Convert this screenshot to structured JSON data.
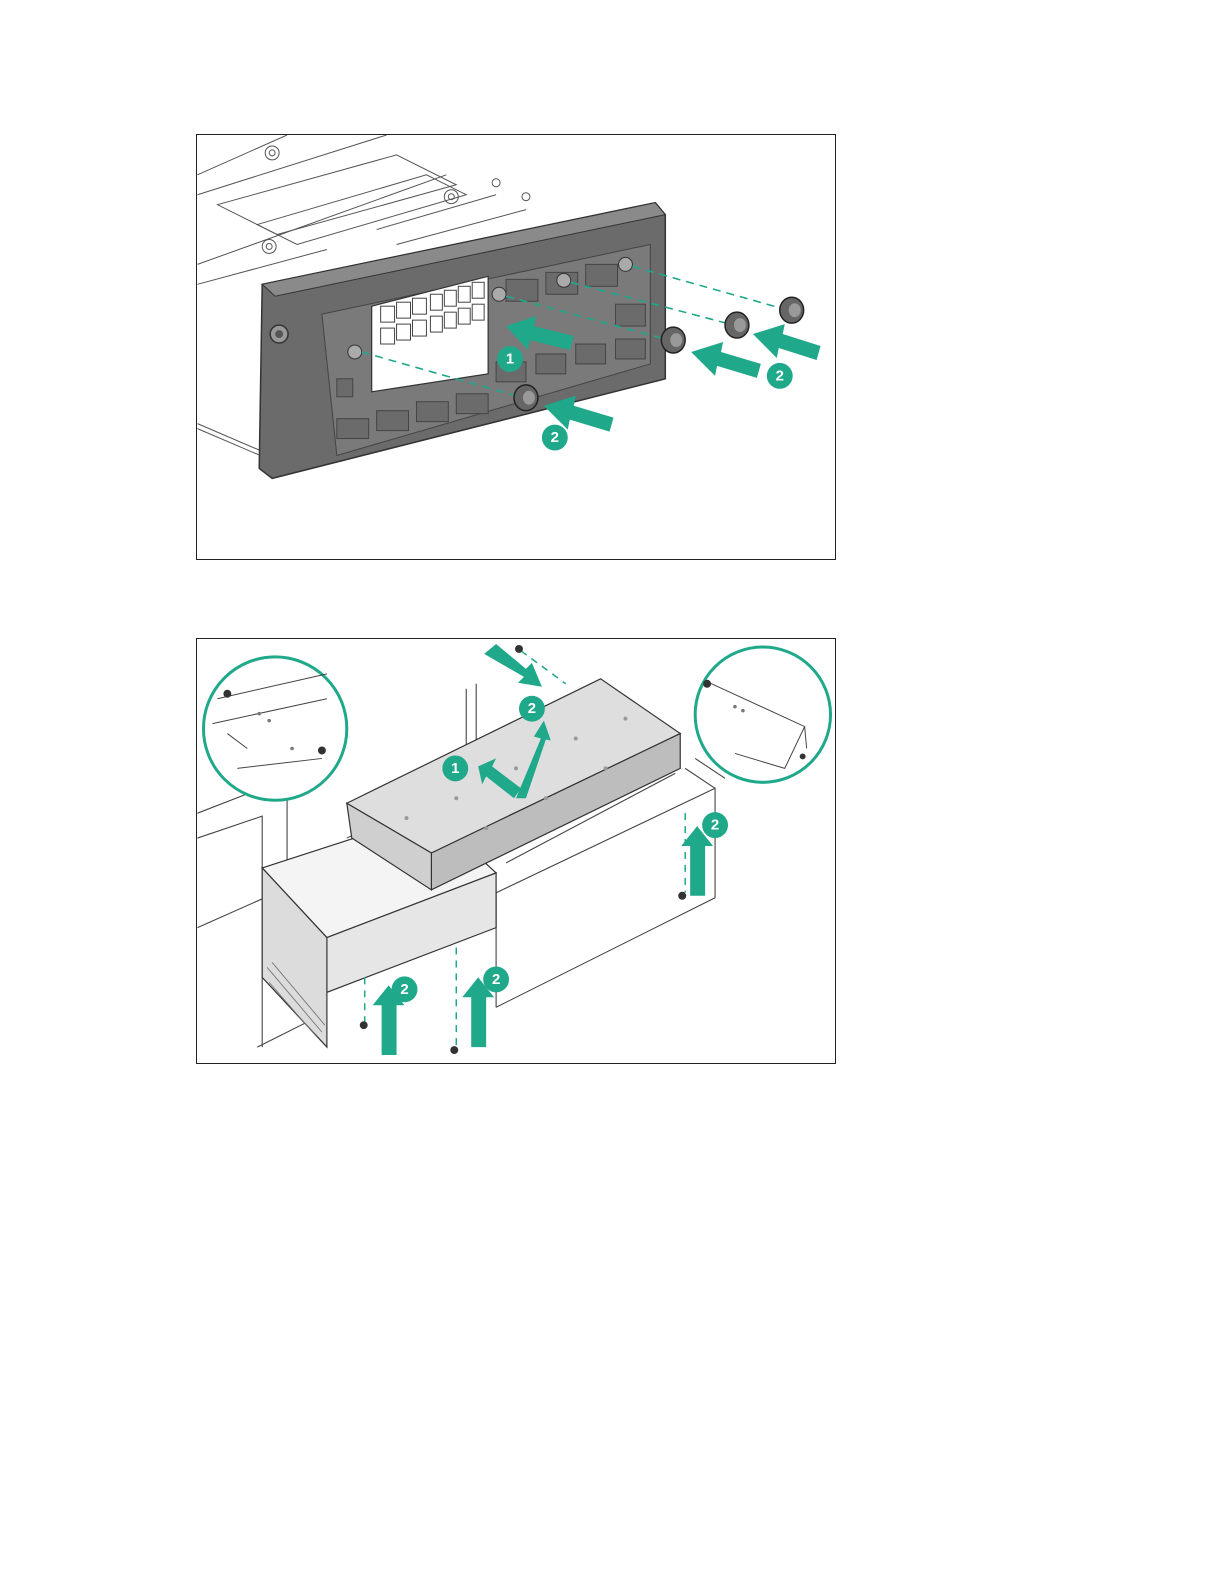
{
  "figures": [
    {
      "callouts": {
        "step1": "1",
        "step2a": "2",
        "step2b": "2"
      },
      "colors": {
        "accent": "#1fa88a",
        "bracket": "#6b6b6b",
        "line": "#333333"
      }
    },
    {
      "callouts": {
        "step1": "1",
        "step2a": "2",
        "step2b": "2",
        "step2c": "2",
        "step2d": "2"
      },
      "colors": {
        "accent": "#1fa88a",
        "line": "#333333"
      }
    }
  ]
}
